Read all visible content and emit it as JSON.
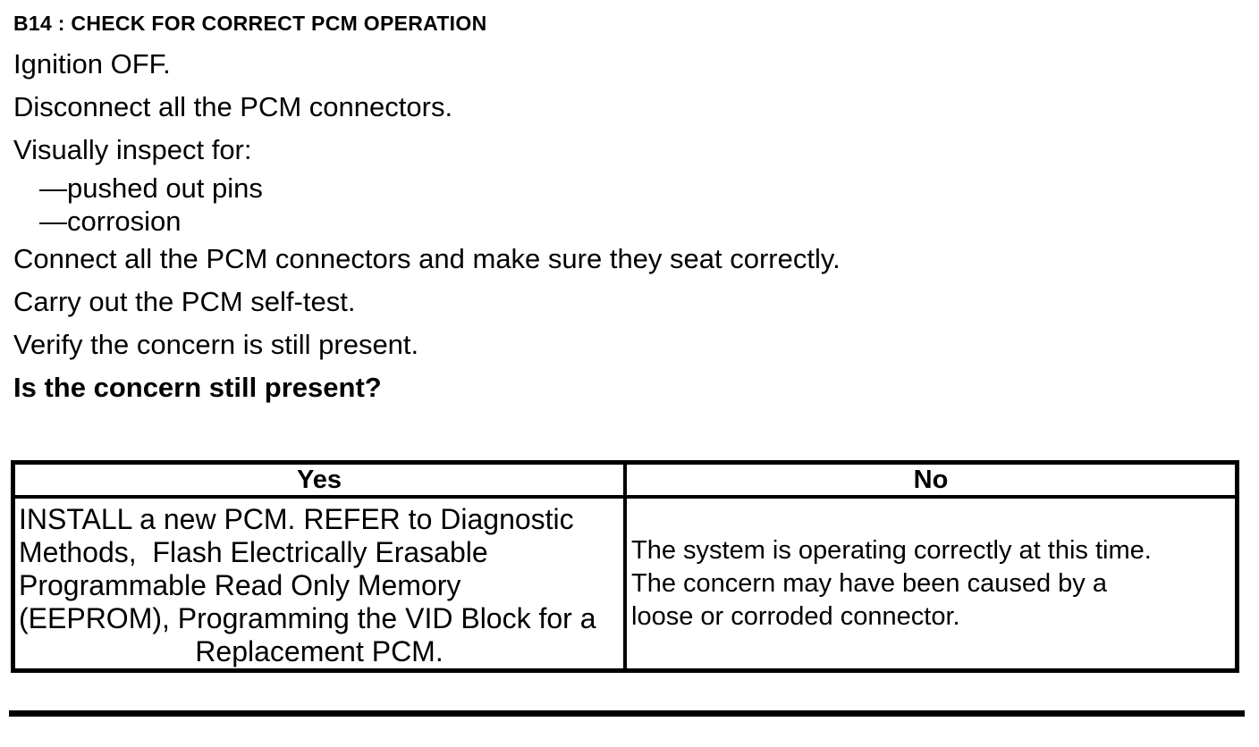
{
  "colors": {
    "text": "#000000",
    "background": "#ffffff",
    "table_border": "#000000"
  },
  "header": {
    "title": "B14 : CHECK FOR CORRECT PCM OPERATION"
  },
  "procedure": {
    "steps": [
      "Ignition OFF.",
      "Disconnect all the PCM connectors.",
      "Visually inspect for:"
    ],
    "inspection_items": [
      "—pushed out pins",
      "—corrosion"
    ],
    "steps_after": [
      "Connect all the PCM connectors and make sure they seat correctly.",
      "Carry out the PCM self-test.",
      "Verify the concern is still present."
    ],
    "question": "Is the concern still present?"
  },
  "result_table": {
    "yes_header": "Yes",
    "no_header": "No",
    "yes_cell_lines": [
      "INSTALL a new PCM. REFER to Diagnostic",
      "Methods,  Flash Electrically Erasable",
      "Programmable Read Only Memory",
      "(EEPROM), Programming the VID Block for a",
      "Replacement PCM."
    ],
    "no_cell_lines": [
      "The system is operating correctly at this time.",
      "The concern may have been caused by a",
      "loose or corroded connector."
    ]
  }
}
